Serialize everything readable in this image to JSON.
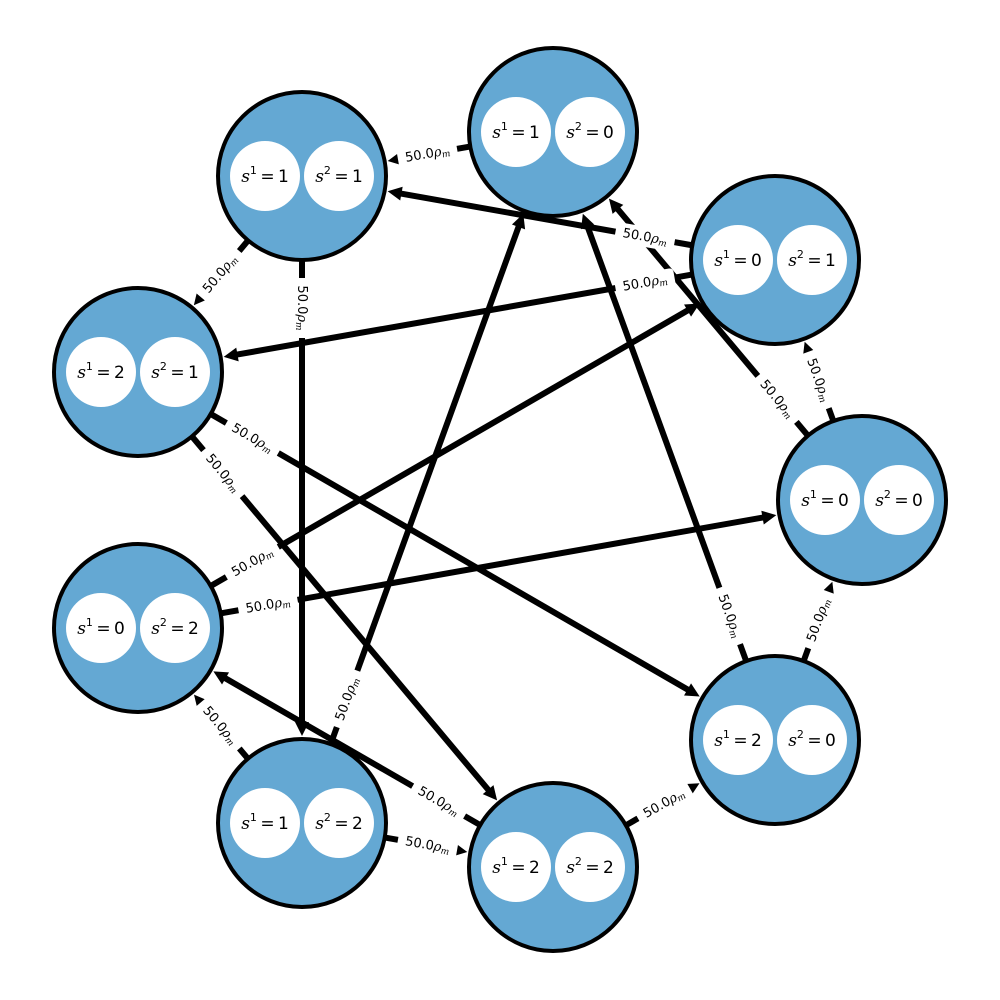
{
  "diagram": {
    "nodes": [
      {
        "id": "n10",
        "left": {
          "var": "s",
          "sup": "1",
          "val": "1"
        },
        "right": {
          "var": "s",
          "sup": "2",
          "val": "0"
        }
      },
      {
        "id": "n11",
        "left": {
          "var": "s",
          "sup": "1",
          "val": "1"
        },
        "right": {
          "var": "s",
          "sup": "2",
          "val": "1"
        }
      },
      {
        "id": "n01",
        "left": {
          "var": "s",
          "sup": "1",
          "val": "0"
        },
        "right": {
          "var": "s",
          "sup": "2",
          "val": "1"
        }
      },
      {
        "id": "n21",
        "left": {
          "var": "s",
          "sup": "1",
          "val": "2"
        },
        "right": {
          "var": "s",
          "sup": "2",
          "val": "1"
        }
      },
      {
        "id": "n00",
        "left": {
          "var": "s",
          "sup": "1",
          "val": "0"
        },
        "right": {
          "var": "s",
          "sup": "2",
          "val": "0"
        }
      },
      {
        "id": "n02",
        "left": {
          "var": "s",
          "sup": "1",
          "val": "0"
        },
        "right": {
          "var": "s",
          "sup": "2",
          "val": "2"
        }
      },
      {
        "id": "n20",
        "left": {
          "var": "s",
          "sup": "1",
          "val": "2"
        },
        "right": {
          "var": "s",
          "sup": "2",
          "val": "0"
        }
      },
      {
        "id": "n12",
        "left": {
          "var": "s",
          "sup": "1",
          "val": "1"
        },
        "right": {
          "var": "s",
          "sup": "2",
          "val": "2"
        }
      },
      {
        "id": "n22",
        "left": {
          "var": "s",
          "sup": "1",
          "val": "2"
        },
        "right": {
          "var": "s",
          "sup": "2",
          "val": "2"
        }
      }
    ],
    "edges": [
      {
        "from": "n10",
        "to": "n11",
        "label": {
          "num": "50.0",
          "sym": "ρ",
          "sub": "m"
        }
      },
      {
        "from": "n01",
        "to": "n11",
        "label": {
          "num": "50.0",
          "sym": "ρ",
          "sub": "m"
        }
      },
      {
        "from": "n11",
        "to": "n21",
        "label": {
          "num": "50.0",
          "sym": "ρ",
          "sub": "m"
        }
      },
      {
        "from": "n01",
        "to": "n21",
        "label": {
          "num": "50.0",
          "sym": "ρ",
          "sub": "m"
        }
      },
      {
        "from": "n00",
        "to": "n10",
        "label": {
          "num": "50.0",
          "sym": "ρ",
          "sub": "m"
        }
      },
      {
        "from": "n00",
        "to": "n01",
        "label": {
          "num": "50.0",
          "sym": "ρ",
          "sub": "m"
        }
      },
      {
        "from": "n20",
        "to": "n10",
        "label": {
          "num": "50.0",
          "sym": "ρ",
          "sub": "m"
        }
      },
      {
        "from": "n20",
        "to": "n00",
        "label": {
          "num": "50.0",
          "sym": "ρ",
          "sub": "m"
        }
      },
      {
        "from": "n02",
        "to": "n00",
        "label": {
          "num": "50.0",
          "sym": "ρ",
          "sub": "m"
        }
      },
      {
        "from": "n21",
        "to": "n20",
        "label": {
          "num": "50.0",
          "sym": "ρ",
          "sub": "m"
        }
      },
      {
        "from": "n21",
        "to": "n22",
        "label": {
          "num": "50.0",
          "sym": "ρ",
          "sub": "m"
        }
      },
      {
        "from": "n11",
        "to": "n12",
        "label": {
          "num": "50.0",
          "sym": "ρ",
          "sub": "m"
        }
      },
      {
        "from": "n12",
        "to": "n02",
        "label": {
          "num": "50.0",
          "sym": "ρ",
          "sub": "m"
        }
      },
      {
        "from": "n12",
        "to": "n22",
        "label": {
          "num": "50.0",
          "sym": "ρ",
          "sub": "m"
        }
      },
      {
        "from": "n22",
        "to": "n20",
        "label": {
          "num": "50.0",
          "sym": "ρ",
          "sub": "m"
        }
      },
      {
        "from": "n22",
        "to": "n02",
        "label": {
          "num": "50.0",
          "sym": "ρ",
          "sub": "m"
        }
      },
      {
        "from": "n12",
        "to": "n10",
        "label": {
          "num": "50.0",
          "sym": "ρ",
          "sub": "m"
        }
      },
      {
        "from": "n02",
        "to": "n01",
        "label": {
          "num": "50.0",
          "sym": "ρ",
          "sub": "m"
        }
      }
    ]
  },
  "colors": {
    "node_fill": "#64a8d3",
    "node_stroke": "#000000",
    "sub_fill": "#ffffff",
    "edge": "#000000"
  }
}
